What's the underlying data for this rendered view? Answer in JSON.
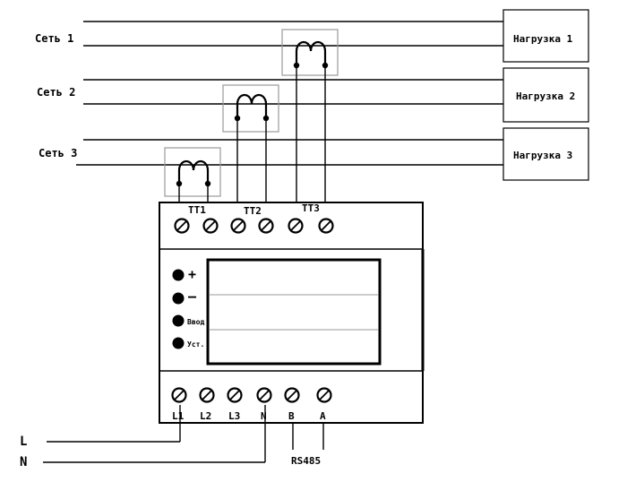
{
  "networks": [
    {
      "label": "Сеть 1"
    },
    {
      "label": "Сеть 2"
    },
    {
      "label": "Сеть 3"
    }
  ],
  "loads": [
    {
      "label": "Нагрузка 1"
    },
    {
      "label": "Нагрузка 2"
    },
    {
      "label": "Нагрузка 3"
    }
  ],
  "meter": {
    "top_terminals": [
      "TT1",
      "TT2",
      "TT3"
    ],
    "buttons": [
      "+",
      "–",
      "Ввод",
      "Уст."
    ],
    "bottom_terminals": [
      "L1",
      "L2",
      "L3",
      "N",
      "B",
      "A"
    ],
    "bus_label": "RS485"
  },
  "supply": [
    "L",
    "N"
  ]
}
